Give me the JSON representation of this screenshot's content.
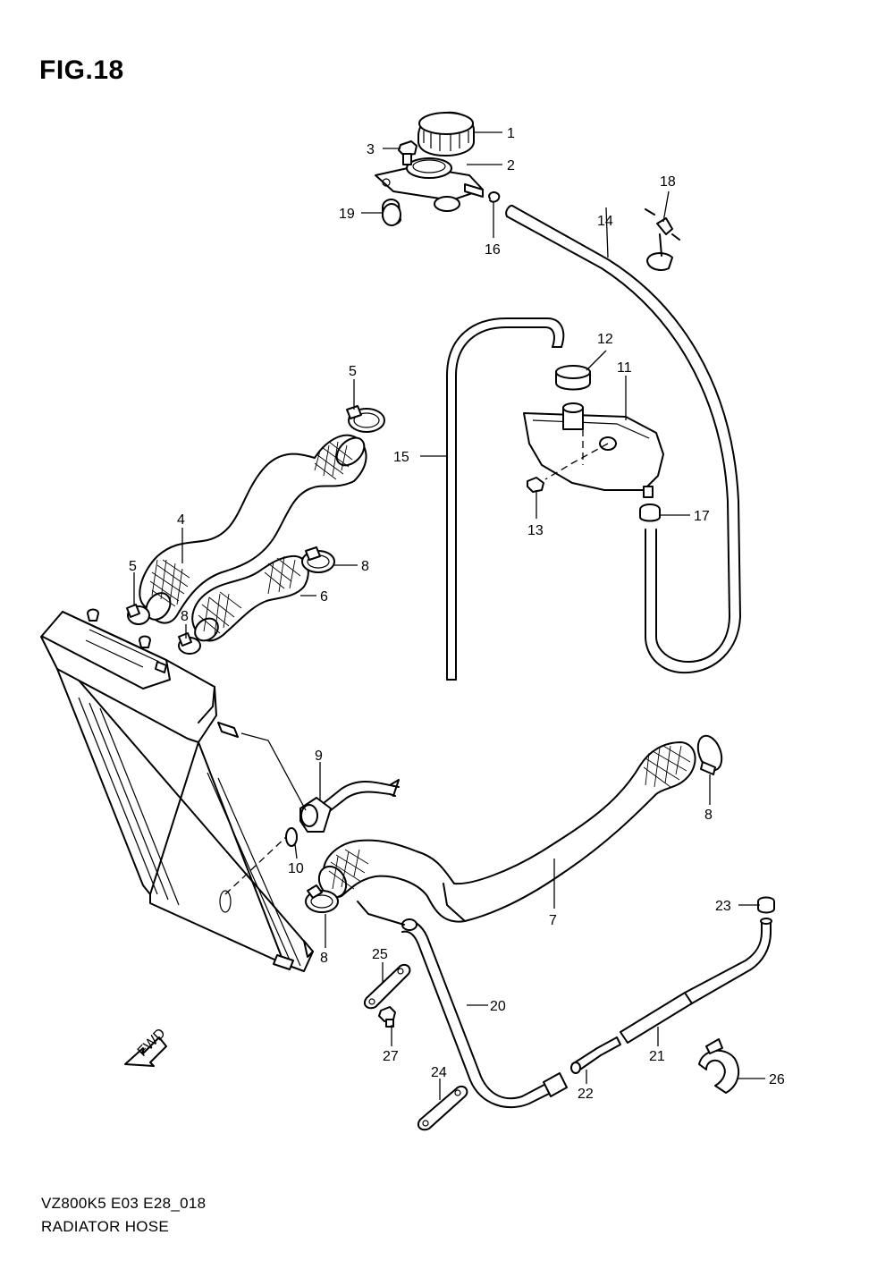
{
  "figure": {
    "title": "FIG.18"
  },
  "footer": {
    "model_code": "VZ800K5 E03 E28_018",
    "section_name": "RADIATOR HOSE"
  },
  "fwd_arrow": {
    "label": "FWD"
  },
  "callouts": [
    {
      "key": "c1",
      "number": "1",
      "part": "radiator cap"
    },
    {
      "key": "c2",
      "number": "2",
      "part": "filler neck"
    },
    {
      "key": "c3",
      "number": "3",
      "part": "bolt"
    },
    {
      "key": "c19",
      "number": "19",
      "part": "clamp"
    },
    {
      "key": "c16",
      "number": "16",
      "part": "clip"
    },
    {
      "key": "c18",
      "number": "18",
      "part": "clamp"
    },
    {
      "key": "c14",
      "number": "14",
      "part": "hose"
    },
    {
      "key": "c12",
      "number": "12",
      "part": "reservoir cap"
    },
    {
      "key": "c11",
      "number": "11",
      "part": "reservoir tank"
    },
    {
      "key": "c15",
      "number": "15",
      "part": "hose"
    },
    {
      "key": "c13",
      "number": "13",
      "part": "bolt"
    },
    {
      "key": "c17",
      "number": "17",
      "part": "clamp"
    },
    {
      "key": "c5a",
      "number": "5",
      "part": "hose clamp"
    },
    {
      "key": "c4",
      "number": "4",
      "part": "radiator hose"
    },
    {
      "key": "c5b",
      "number": "5",
      "part": "hose clamp"
    },
    {
      "key": "c8a",
      "number": "8",
      "part": "hose clamp"
    },
    {
      "key": "c8b",
      "number": "8",
      "part": "hose clamp"
    },
    {
      "key": "c6",
      "number": "6",
      "part": "radiator hose"
    },
    {
      "key": "c9",
      "number": "9",
      "part": "fan switch"
    },
    {
      "key": "c10",
      "number": "10",
      "part": "gasket"
    },
    {
      "key": "c8c",
      "number": "8",
      "part": "hose clamp"
    },
    {
      "key": "c8d",
      "number": "8",
      "part": "hose clamp"
    },
    {
      "key": "c7",
      "number": "7",
      "part": "radiator hose"
    },
    {
      "key": "c23",
      "number": "23",
      "part": "clamp"
    },
    {
      "key": "c25",
      "number": "25",
      "part": "bracket"
    },
    {
      "key": "c20",
      "number": "20",
      "part": "hose"
    },
    {
      "key": "c27",
      "number": "27",
      "part": "bolt"
    },
    {
      "key": "c21",
      "number": "21",
      "part": "pipe"
    },
    {
      "key": "c24",
      "number": "24",
      "part": "bracket"
    },
    {
      "key": "c22",
      "number": "22",
      "part": "union"
    },
    {
      "key": "c26",
      "number": "26",
      "part": "clamp"
    }
  ]
}
